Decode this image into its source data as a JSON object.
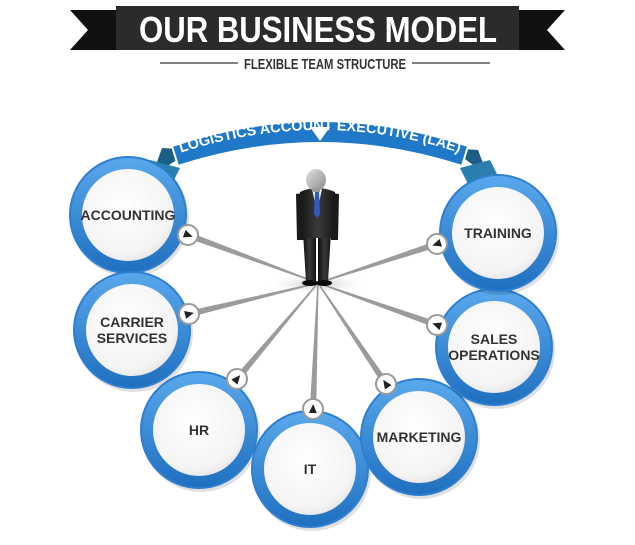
{
  "header": {
    "title": "OUR BUSINESS MODEL",
    "subtitle": "FLEXIBLE TEAM STRUCTURE"
  },
  "hub": {
    "label": "LOGISTICS ACCOUNT EXECUTIVE (LAE)",
    "icon": "businessman-icon"
  },
  "nodes": [
    {
      "id": "accounting",
      "lines": [
        "ACCOUNTING"
      ]
    },
    {
      "id": "carrier-services",
      "lines": [
        "CARRIER",
        "SERVICES"
      ]
    },
    {
      "id": "hr",
      "lines": [
        "HR"
      ]
    },
    {
      "id": "it",
      "lines": [
        "IT"
      ]
    },
    {
      "id": "marketing",
      "lines": [
        "MARKETING"
      ]
    },
    {
      "id": "sales-operations",
      "lines": [
        "SALES",
        "OPERATIONS"
      ]
    },
    {
      "id": "training",
      "lines": [
        "TRAINING"
      ]
    }
  ],
  "colors": {
    "title_bar": "#2b2b2b",
    "ring_blue": "#2f7fd0",
    "ring_light": "#5aa8ec",
    "banner_blue": "#1f78c8",
    "banner_dark": "#1c5f86",
    "spoke": "#8a8a8a",
    "suit": "#1e1e1e",
    "tie": "#2d5bbf"
  }
}
